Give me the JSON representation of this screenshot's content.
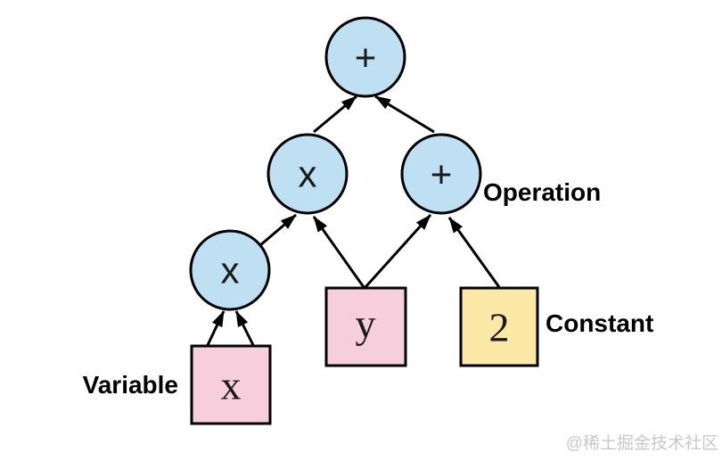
{
  "colors": {
    "operation_fill": "#BEE0F2",
    "variable_fill": "#F7CEDC",
    "constant_fill": "#FCE8A7",
    "stroke": "#000000",
    "watermark": "#C8C8C8",
    "background": "#FFFFFF"
  },
  "graph": {
    "nodes": [
      {
        "id": "op-add-root",
        "shape": "circle",
        "kind": "operation",
        "label": "+"
      },
      {
        "id": "op-mul-mid",
        "shape": "circle",
        "kind": "operation",
        "label": "x"
      },
      {
        "id": "op-add-mid",
        "shape": "circle",
        "kind": "operation",
        "label": "+"
      },
      {
        "id": "op-mul-lower",
        "shape": "circle",
        "kind": "operation",
        "label": "x"
      },
      {
        "id": "var-x",
        "shape": "square",
        "kind": "variable",
        "label": "x"
      },
      {
        "id": "var-y",
        "shape": "square",
        "kind": "variable",
        "label": "y"
      },
      {
        "id": "const-2",
        "shape": "square",
        "kind": "constant",
        "label": "2"
      }
    ],
    "edges": [
      {
        "from": "op-mul-mid",
        "to": "op-add-root"
      },
      {
        "from": "op-add-mid",
        "to": "op-add-root"
      },
      {
        "from": "op-mul-lower",
        "to": "op-mul-mid"
      },
      {
        "from": "var-y",
        "to": "op-mul-mid"
      },
      {
        "from": "var-y",
        "to": "op-add-mid"
      },
      {
        "from": "const-2",
        "to": "op-add-mid"
      },
      {
        "from": "var-x",
        "to": "op-mul-lower"
      },
      {
        "from": "var-x",
        "to": "op-mul-lower"
      }
    ],
    "annotations": [
      {
        "id": "variable-label",
        "text": "Variable"
      },
      {
        "id": "operation-label",
        "text": "Operation"
      },
      {
        "id": "constant-label",
        "text": "Constant"
      }
    ]
  },
  "watermark": {
    "text": "@稀土掘金技术社区"
  }
}
